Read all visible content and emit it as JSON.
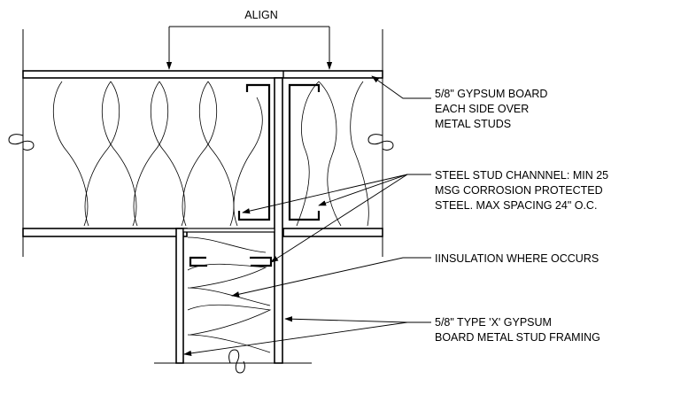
{
  "title": "ALIGN",
  "notes": {
    "gypsum_each_side": [
      "5/8\" GYPSUM BOARD",
      "EACH SIDE OVER",
      "METAL STUDS"
    ],
    "steel_stud_channel": [
      "STEEL STUD CHANNNEL: MIN 25",
      "MSG CORROSION PROTECTED",
      "STEEL. MAX SPACING 24\" O.C."
    ],
    "insulation": [
      "IINSULATION WHERE OCCURS"
    ],
    "type_x_gypsum": [
      "5/8\" TYPE 'X' GYPSUM",
      "BOARD METAL STUD FRAMING"
    ]
  }
}
